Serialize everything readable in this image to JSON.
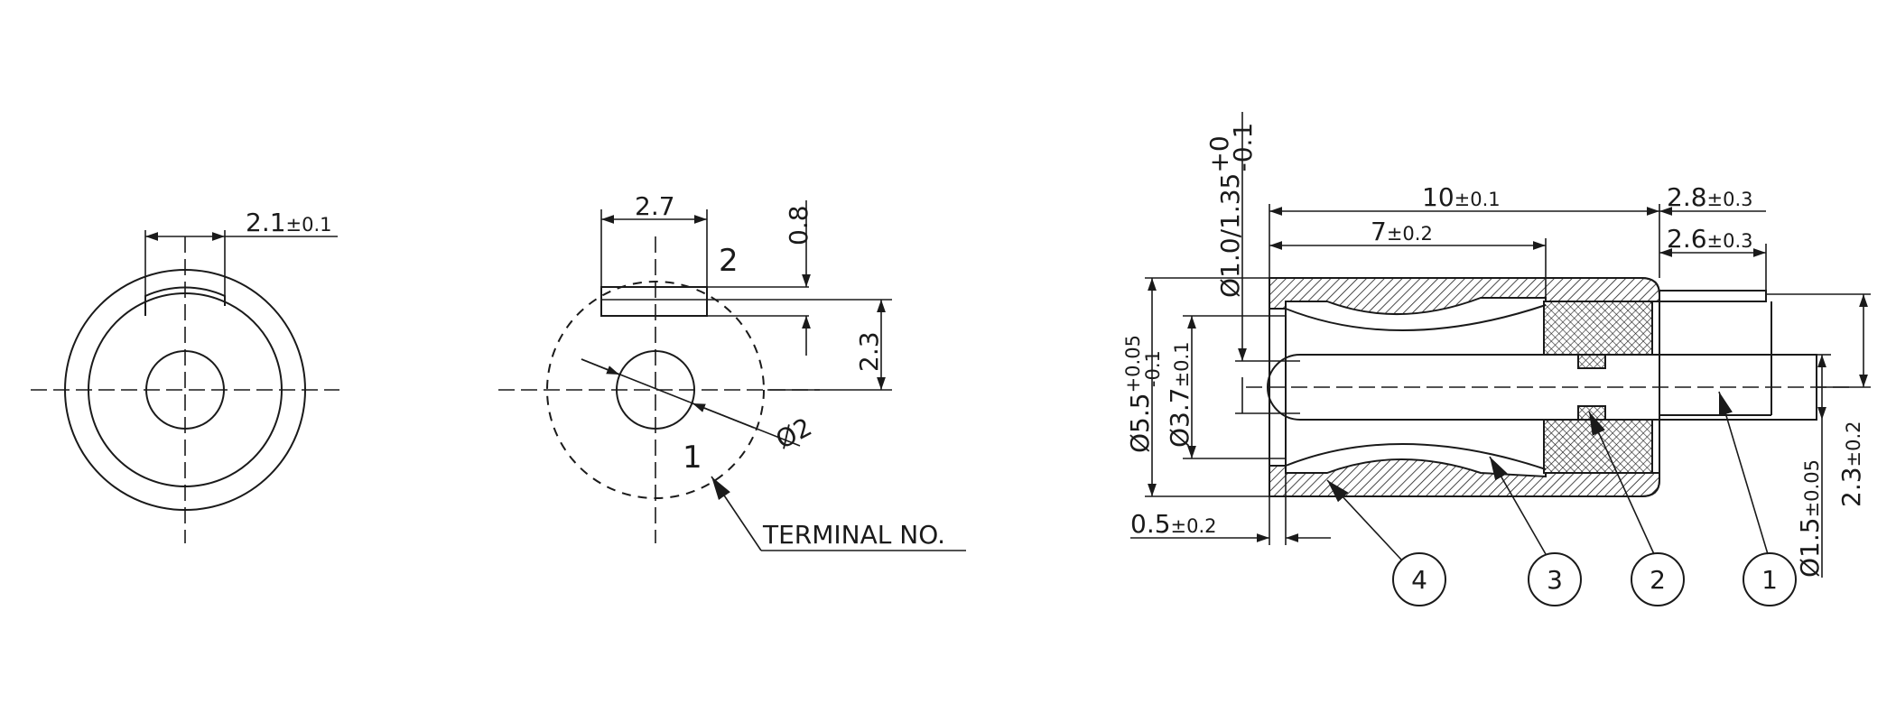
{
  "front_view": {
    "width_dim": {
      "main": "2.1",
      "tol": "±0.1"
    }
  },
  "terminal_view": {
    "dim_27": "2.7",
    "dim_08": "0.8",
    "dim_23": "2.3",
    "dim_dia2": "Ø2",
    "terminal_1": "1",
    "terminal_2": "2",
    "terminal_label": "TERMINAL NO."
  },
  "side_view": {
    "length_total": {
      "main": "10",
      "tol": "±0.1"
    },
    "length_inner": {
      "main": "7",
      "tol": "±0.2"
    },
    "pin_protrusion": {
      "main": "2.8",
      "tol": "±0.3"
    },
    "pin_length": {
      "main": "2.6",
      "tol": "±0.3"
    },
    "pin_dia": {
      "main": "Ø1.0/1.35",
      "tol_upper": "+0",
      "tol_lower": "-0.1"
    },
    "outer_dia": {
      "main": "Ø5.5",
      "tol_upper": "+0.05",
      "tol_lower": "-0.1"
    },
    "inner_dia": {
      "main": "Ø3.7",
      "tol": "±0.1"
    },
    "wall": {
      "main": "0.5",
      "tol": "±0.2"
    },
    "center_pin_dia": {
      "main": "Ø1.5",
      "tol": "±0.05"
    },
    "height": {
      "main": "2.3",
      "tol": "±0.2"
    },
    "balloons": [
      "4",
      "3",
      "2",
      "1"
    ]
  }
}
